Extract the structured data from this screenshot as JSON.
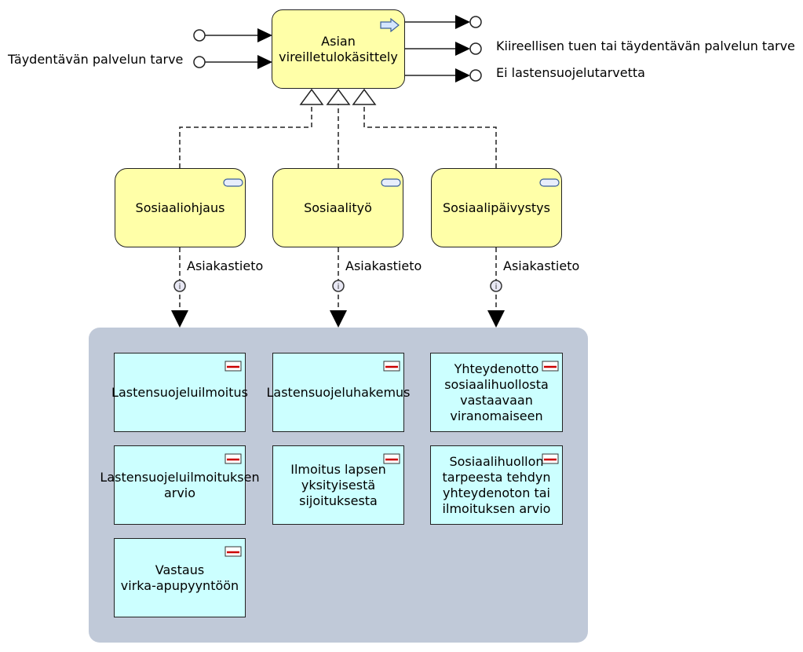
{
  "process": {
    "label": "Asian\nvireilletulokäsittely",
    "icon": "process-arrow-icon"
  },
  "inputs": {
    "left_label": "Täydentävän palvelun tarve"
  },
  "outputs": [
    {
      "label": ""
    },
    {
      "label": "Kiireellisen tuen tai täydentävän palvelun tarve"
    },
    {
      "label": "Ei lastensuojelutarvetta"
    }
  ],
  "services": [
    {
      "label": "Sosiaaliohjaus",
      "flow_label": "Asiakastieto",
      "icon": "service-icon"
    },
    {
      "label": "Sosiaalityö",
      "flow_label": "Asiakastieto",
      "icon": "service-icon"
    },
    {
      "label": "Sosiaalipäivystys",
      "flow_label": "Asiakastieto",
      "icon": "service-icon"
    }
  ],
  "objects": [
    {
      "label": "Lastensuojeluilmoitus",
      "icon": "data-object-icon"
    },
    {
      "label": "Lastensuojeluhakemus",
      "icon": "data-object-icon"
    },
    {
      "label": "Yhteydenotto\nsosiaalihuollosta\nvastaavaan\nviranomaiseen",
      "icon": "data-object-icon"
    },
    {
      "label": "Lastensuojeluilmoituksen\narvio",
      "icon": "data-object-icon"
    },
    {
      "label": "Ilmoitus lapsen\nyksityisestä\nsijoituksesta",
      "icon": "data-object-icon"
    },
    {
      "label": "Sosiaalihuollon\ntarpeesta tehdyn\nyhteydenoton tai\nilmoituksen arvio",
      "icon": "data-object-icon"
    },
    {
      "label": "Vastaus\nvirka-apupyyntöön",
      "icon": "data-object-icon"
    }
  ],
  "colors": {
    "process_fill": "#ffffa8",
    "object_fill": "#ccffff",
    "group_fill": "#c0c9d8",
    "stroke": "#222222"
  }
}
